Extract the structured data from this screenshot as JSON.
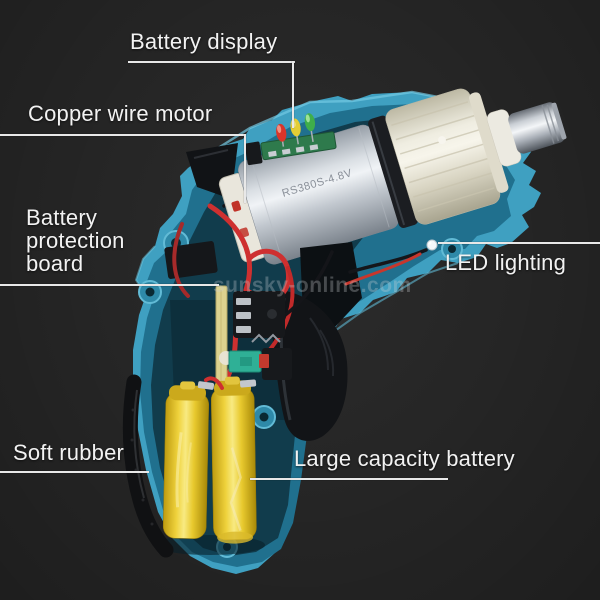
{
  "page": {
    "background_color": "#262626",
    "watermark": "sunsky-online.com"
  },
  "figure": {
    "subject": "Cordless electric screwdriver internal structure, annotated",
    "motor_marking": "RS380S-4.8V",
    "annotations": [
      {
        "id": "battery-display",
        "label": "Battery display"
      },
      {
        "id": "copper-wire-motor",
        "label": "Copper wire motor"
      },
      {
        "id": "battery-protection-board",
        "label": "Battery protection board"
      },
      {
        "id": "led-lighting",
        "label": "LED lighting"
      },
      {
        "id": "soft-rubber",
        "label": "Soft rubber"
      },
      {
        "id": "large-capacity-battery",
        "label": "Large capacity battery"
      }
    ],
    "indicator_leds": [
      "red",
      "yellow",
      "green"
    ],
    "colors": {
      "housing_teal": "#20708E",
      "housing_edge": "#4FB0D0",
      "battery_yellow": "#EFD23C",
      "wire_red": "#CE3030",
      "label_text": "#F2F2F2",
      "leader_line": "#E8E8E8"
    }
  }
}
